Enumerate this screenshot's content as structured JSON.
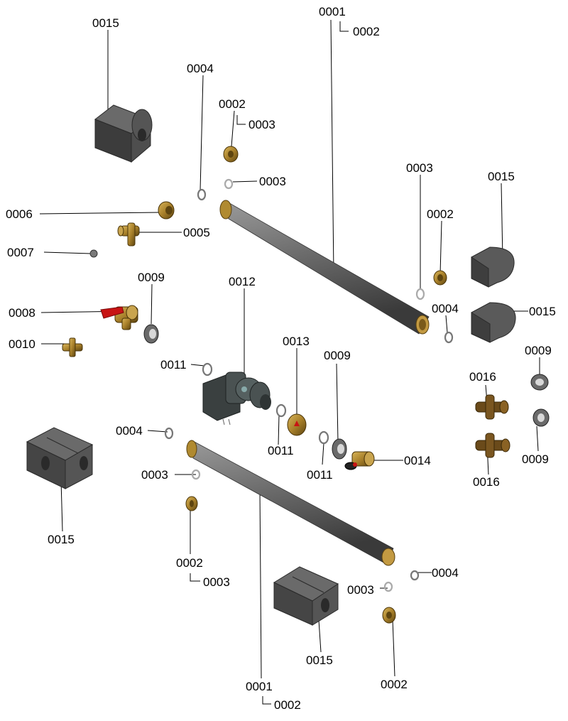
{
  "labels": {
    "l01": "0015",
    "l02": "0001",
    "l03": "0002",
    "l04": "0004",
    "l05": "0002",
    "l06": "0003",
    "l07": "0003",
    "l08": "0003",
    "l09": "0015",
    "l10": "0006",
    "l11": "0005",
    "l12": "0002",
    "l13": "0007",
    "l14": "0009",
    "l15": "0012",
    "l16": "0008",
    "l17": "0004",
    "l18": "0015",
    "l19": "0013",
    "l20": "0010",
    "l21": "0009",
    "l22": "0009",
    "l23": "0011",
    "l24": "0016",
    "l25": "0004",
    "l26": "0011",
    "l27": "0011",
    "l28": "0014",
    "l29": "0009",
    "l30": "0003",
    "l31": "0016",
    "l32": "0015",
    "l33": "0002",
    "l34": "0003",
    "l35": "0004",
    "l36": "0003",
    "l37": "0015",
    "l38": "0002",
    "l39": "0001",
    "l40": "0002"
  },
  "colors": {
    "pipe": "#6e6e6e",
    "brass": "#a8802a",
    "dark_part": "#3e3e3e",
    "ring": "#8a8a8a",
    "handle_red": "#c81414",
    "leader": "#000000"
  }
}
